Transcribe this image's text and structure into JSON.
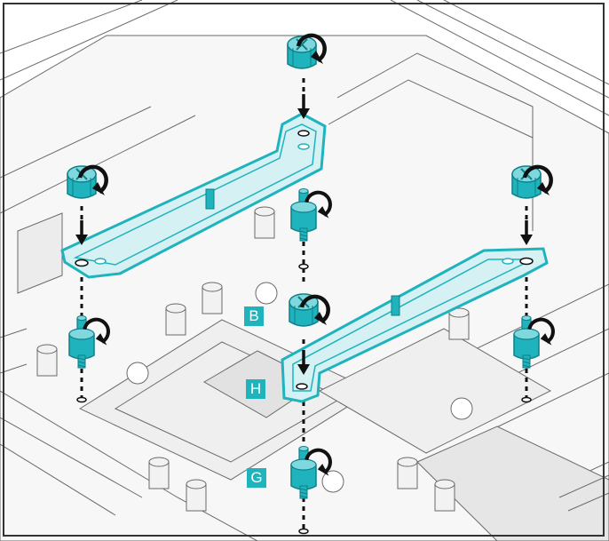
{
  "callouts": [
    {
      "id": "B",
      "label": "B"
    },
    {
      "id": "H",
      "label": "H"
    },
    {
      "id": "G",
      "label": "G"
    }
  ],
  "colors": {
    "accent": "#1fb3bd",
    "accent_dark": "#0f7f88",
    "line": "#6a6a6a",
    "board_fill": "#f7f7f7",
    "frame": "#333333"
  },
  "icons": [
    "rotate-arrow-icon",
    "down-arrow-icon",
    "thumbscrew-icon",
    "standoff-icon",
    "bracket"
  ]
}
